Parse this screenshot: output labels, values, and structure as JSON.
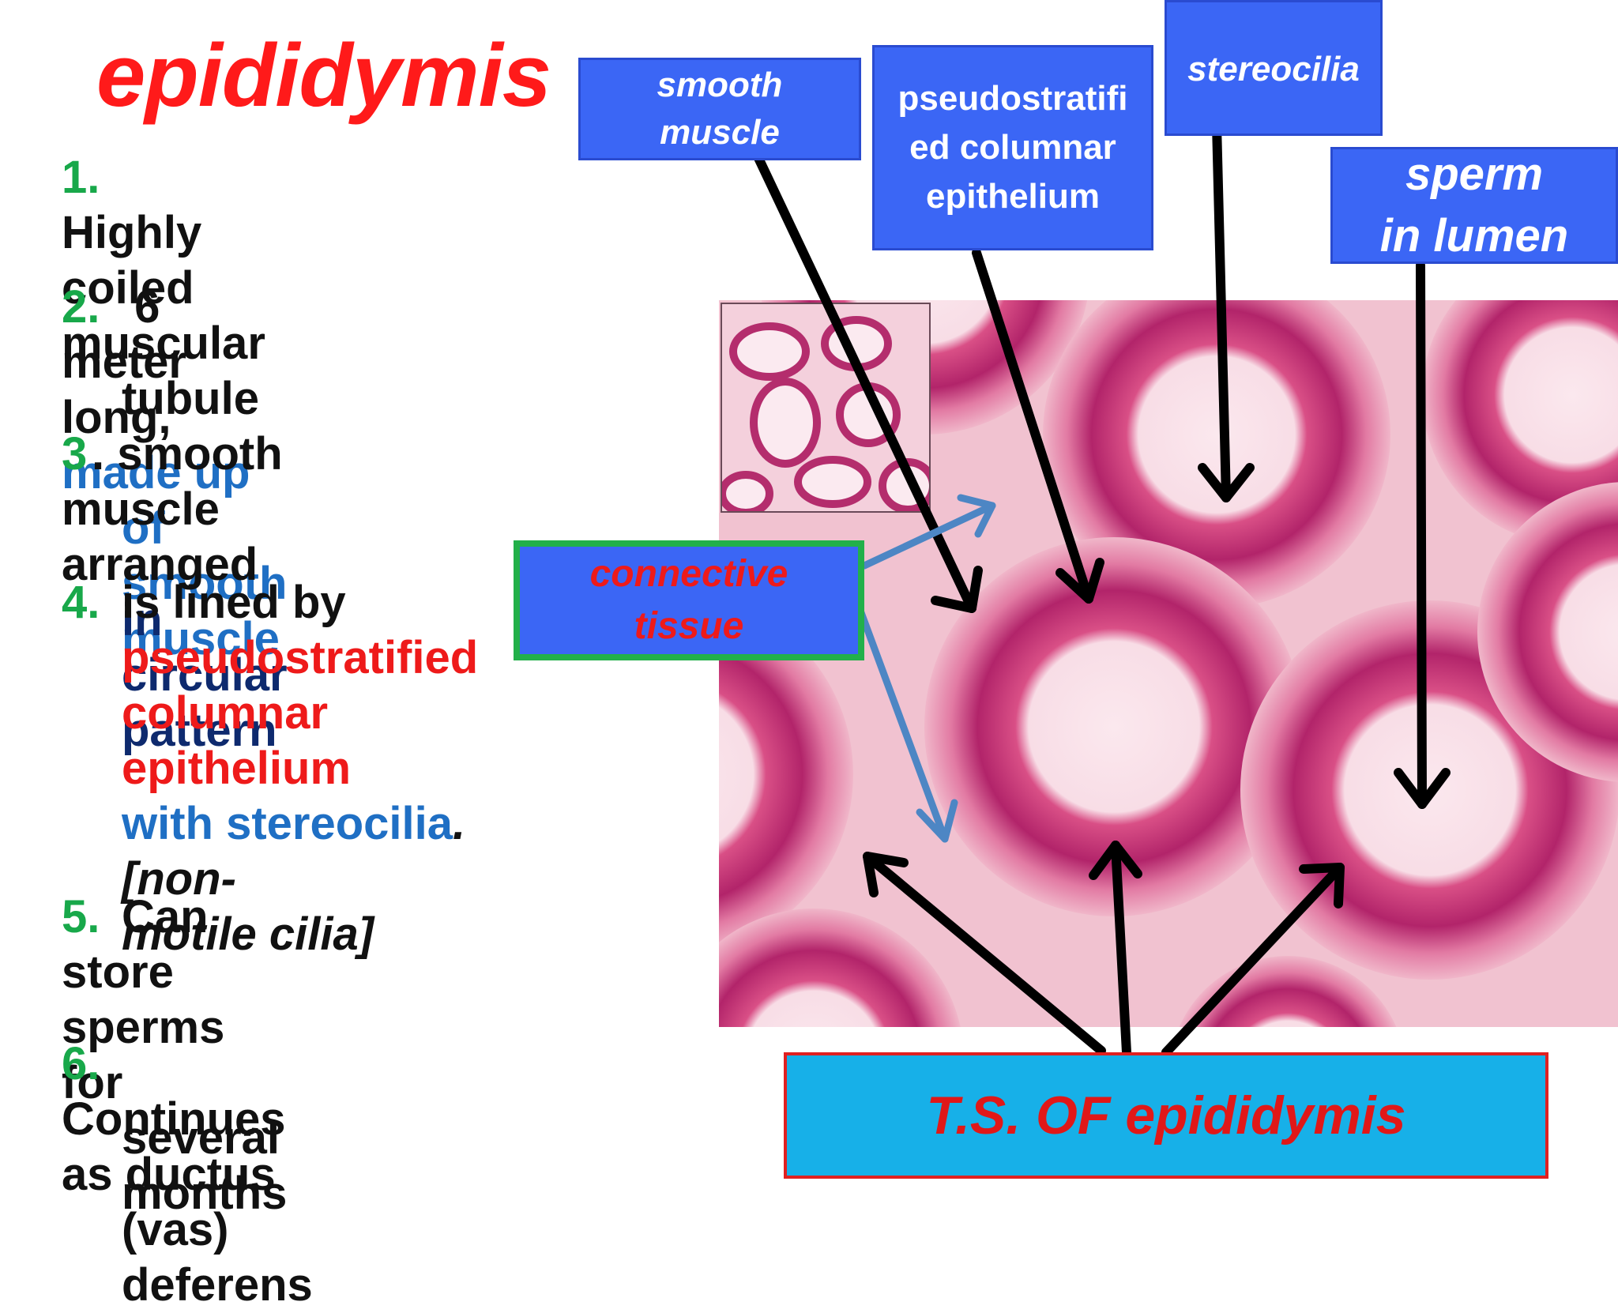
{
  "title": "epididymis",
  "items": [
    {
      "num": "1.",
      "line1": [
        {
          "t": " Highly coiled muscular",
          "c": ""
        }
      ],
      "line2": [
        {
          "t": "tubule",
          "c": ""
        }
      ]
    },
    {
      "num": "2.",
      "line1": [
        {
          "t": " 6 meter long, ",
          "c": ""
        },
        {
          "t": "made up",
          "c": "blue"
        }
      ],
      "line2": [
        {
          "t": "of smooth muscle",
          "c": "blue"
        }
      ]
    },
    {
      "num": "3",
      "line1": [
        {
          "t": ". smooth muscle arranged",
          "c": "navy"
        }
      ],
      "line2": [
        {
          "t": "in circular pattern",
          "c": "navy"
        }
      ]
    },
    {
      "num": "4.",
      "line1": [
        {
          "t": "is lined by",
          "c": ""
        }
      ],
      "line2": [
        {
          "t": "pseudostratified",
          "c": "red"
        }
      ],
      "line3": [
        {
          "t": "columnar epithelium",
          "c": "red"
        }
      ],
      "line4": [
        {
          "t": "with stereocilia",
          "c": "blue"
        },
        {
          "t": ".[non-",
          "c": "blkit"
        }
      ],
      "line5": [
        {
          "t": "motile cilia]",
          "c": "blkit"
        }
      ]
    },
    {
      "num": "5.",
      "line1": [
        {
          "t": "Can store sperms for",
          "c": ""
        }
      ],
      "line2": [
        {
          "t": "several months",
          "c": ""
        }
      ]
    },
    {
      "num": "6.",
      "line1": [
        {
          "t": "Continues as ductus",
          "c": ""
        }
      ],
      "line2": [
        {
          "t": "(vas) deferens",
          "c": ""
        }
      ]
    }
  ],
  "labels": {
    "smooth_muscle": [
      "smooth",
      "muscle"
    ],
    "pseudostratified": [
      "pseudostratifi",
      "ed columnar",
      "epithelium"
    ],
    "stereocilia": "stereocilia",
    "sperm": [
      "sperm",
      "in lumen"
    ],
    "connective": [
      "connective",
      "tissue"
    ],
    "ts": "T.S. OF epididymis"
  },
  "colors": {
    "title": "#ff1a1a",
    "number": "#18a84a",
    "label_box": "#3b66f5",
    "ts_box": "#17b0e8",
    "connective_border": "#22b04a"
  }
}
